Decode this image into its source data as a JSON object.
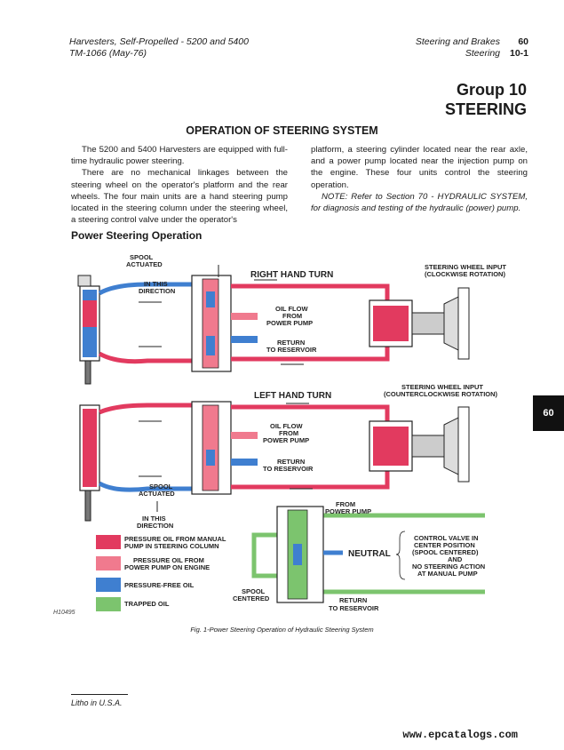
{
  "header": {
    "left_line1": "Harvesters, Self-Propelled  -  5200 and 5400",
    "left_line2": "TM-1066   (May-76)",
    "right_line1_text": "Steering and Brakes",
    "right_line1_num": "60",
    "right_line2_text": "Steering",
    "right_line2_num": "10-1"
  },
  "group": {
    "line1": "Group 10",
    "line2": "STEERING"
  },
  "section_title": "OPERATION OF STEERING SYSTEM",
  "body": {
    "col1": [
      "The 5200 and 5400 Harvesters are equipped with full-time hydraulic power steering.",
      "There are no mechanical linkages between the steering wheel on the operator's platform and the rear wheels. The four main units are a hand steering pump located in the steering column under the steering wheel, a steering control valve under the operator's"
    ],
    "col2": [
      "platform, a steering cylinder located near the rear axle, and a power pump located near the injection pump on the engine. These four units control the steering operation."
    ],
    "note": "NOTE: Refer to Section 70 - HYDRAULIC SYSTEM, for diagnosis and testing of the hydraulic (power) pump."
  },
  "subheading": "Power Steering Operation",
  "diagram": {
    "top": {
      "spool_actuated": [
        "SPOOL",
        "ACTUATED"
      ],
      "in_this_direction": [
        "IN THIS",
        "DIRECTION"
      ],
      "title": "RIGHT HAND TURN",
      "wheel_input": [
        "STEERING WHEEL INPUT",
        "(CLOCKWISE ROTATION)"
      ],
      "oil_flow": [
        "OIL FLOW",
        "FROM",
        "POWER PUMP"
      ],
      "return": [
        "RETURN",
        "TO RESERVOIR"
      ]
    },
    "middle": {
      "title": "LEFT HAND TURN",
      "wheel_input": [
        "STEERING WHEEL INPUT",
        "(COUNTERCLOCKWISE ROTATION)"
      ],
      "oil_flow": [
        "OIL FLOW",
        "FROM",
        "POWER PUMP"
      ],
      "return": [
        "RETURN",
        "TO RESERVOIR"
      ],
      "spool_actuated": [
        "SPOOL",
        "ACTUATED"
      ],
      "in_this_direction": [
        "IN THIS",
        "DIRECTION"
      ]
    },
    "bottom": {
      "from_power_pump": [
        "FROM",
        "POWER PUMP"
      ],
      "neutral": "NEUTRAL",
      "control_valve": [
        "CONTROL VALVE IN",
        "CENTER POSITION",
        "(SPOOL CENTERED)",
        "AND",
        "NO STEERING ACTION",
        "AT MANUAL PUMP"
      ],
      "spool_centered": [
        "SPOOL",
        "CENTERED"
      ],
      "return": [
        "RETURN",
        "TO RESERVOIR"
      ]
    },
    "legend": [
      {
        "lines": [
          "PRESSURE OIL FROM MANUAL",
          "PUMP IN STEERING COLUMN"
        ],
        "color": "#e23a5f"
      },
      {
        "lines": [
          "PRESSURE OIL FROM",
          "POWER PUMP ON ENGINE"
        ],
        "color": "#f07a8e"
      },
      {
        "lines": [
          "PRESSURE-FREE OIL"
        ],
        "color": "#3f7fd0"
      },
      {
        "lines": [
          "TRAPPED OIL"
        ],
        "color": "#7cc46e"
      }
    ],
    "figure_id": "H10495"
  },
  "caption": "Fig. 1-Power Steering Operation of Hydraulic Steering System",
  "side_tab": "60",
  "footer": "Litho in U.S.A.",
  "watermark": "www.epcatalogs.com",
  "colors": {
    "manual_pressure": "#e23a5f",
    "power_pressure": "#f07a8e",
    "pressure_free": "#3f7fd0",
    "trapped": "#7cc46e"
  }
}
